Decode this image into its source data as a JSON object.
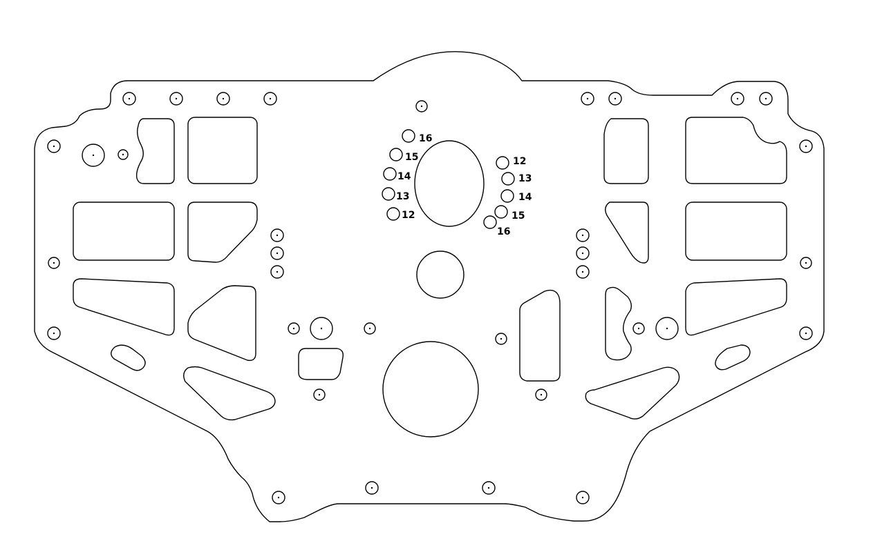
{
  "colors": {
    "background": "#ffffff",
    "stroke": "#000000"
  },
  "left_labels": [
    "16",
    "15",
    "14",
    "13",
    "12"
  ],
  "right_labels": [
    "12",
    "13",
    "14",
    "15",
    "16"
  ]
}
